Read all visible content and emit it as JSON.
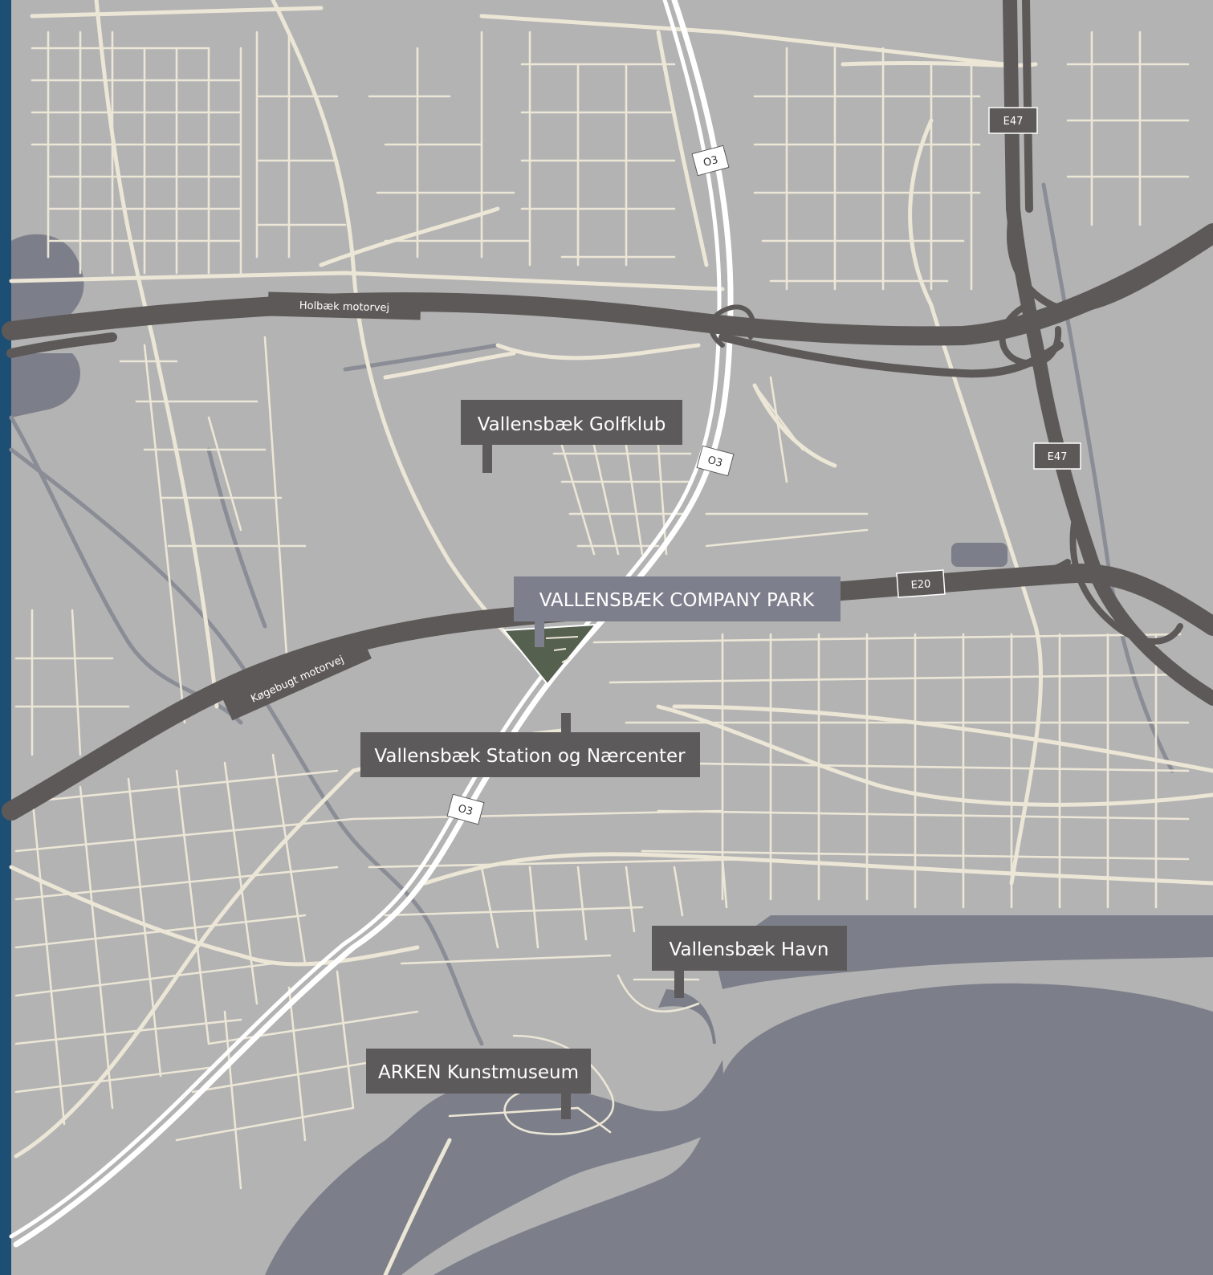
{
  "colors": {
    "land": "#b3b3b3",
    "water": "#7c7f8a",
    "street": "#ece6d6",
    "motorway": "#5e5959",
    "label_box": "#5d5a5b",
    "highlight_box": "#7d808c",
    "site": "#55604f",
    "edge_strip": "#1d4f74"
  },
  "labels": {
    "golfklub": "Vallensbæk Golfklub",
    "company_park": "VALLENSBÆK COMPANY PARK",
    "station": "Vallensbæk Station og Nærcenter",
    "havn": "Vallensbæk Havn",
    "arken": "ARKEN Kunstmuseum"
  },
  "roads": {
    "holbaek": "Holbæk motorvej",
    "kogebugt": "Køgebugt motorvej"
  },
  "shields": {
    "e47": "E47",
    "e20": "E20",
    "o3": "O3"
  }
}
